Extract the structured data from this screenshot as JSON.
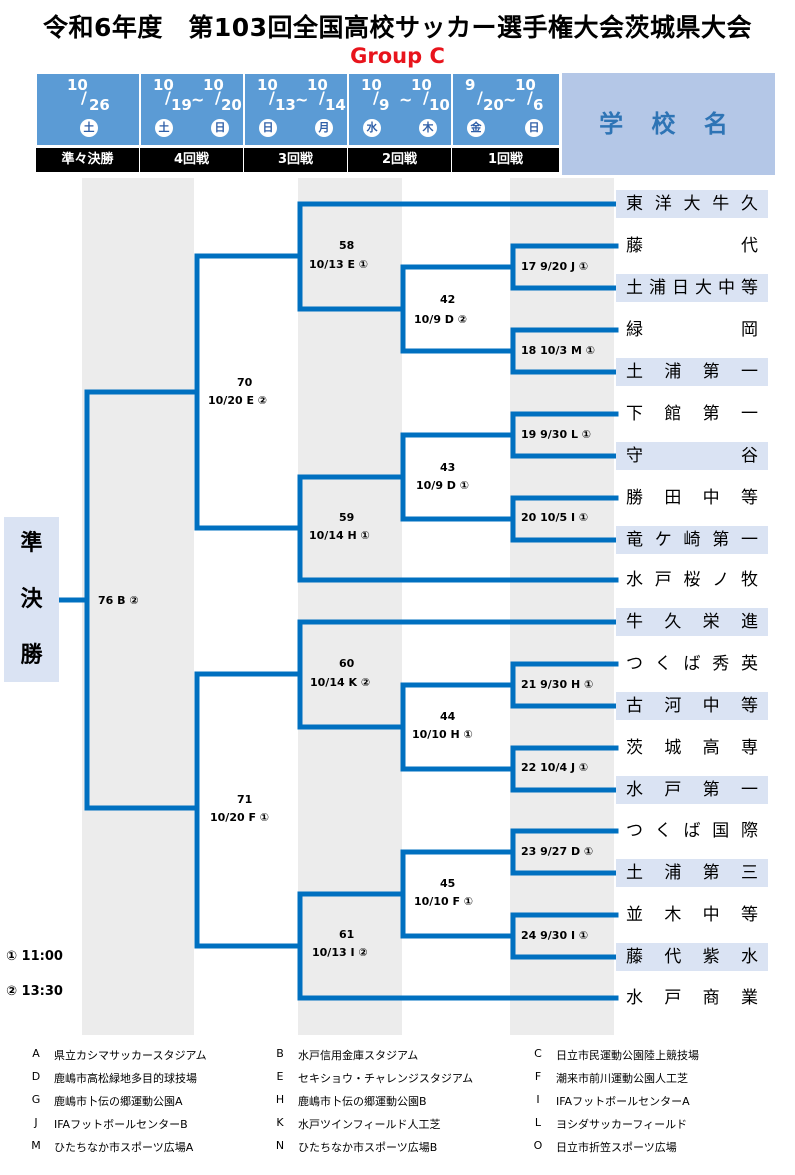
{
  "title": "令和6年度　第103回全国高校サッカー選手権大会茨城県大会",
  "subtitle": "Group C",
  "schedule": [
    {
      "m1": "10",
      "d1": "26",
      "w1": "土",
      "m2": "",
      "d2": "",
      "w2": ""
    },
    {
      "m1": "10",
      "d1": "19",
      "w1": "土",
      "m2": "10",
      "d2": "20",
      "w2": "日"
    },
    {
      "m1": "10",
      "d1": "13",
      "w1": "日",
      "m2": "10",
      "d2": "14",
      "w2": "月"
    },
    {
      "m1": "10",
      "d1": "9",
      "w1": "水",
      "m2": "10",
      "d2": "10",
      "w2": "木"
    },
    {
      "m1": "9",
      "d1": "20",
      "w1": "金",
      "m2": "10",
      "d2": "6",
      "w2": "日"
    }
  ],
  "rounds": [
    "準々決勝",
    "4回戦",
    "3回戦",
    "2回戦",
    "1回戦"
  ],
  "school_header": "学 校 名",
  "teams": [
    "東洋大牛久",
    "藤代",
    "土浦日大中等",
    "緑岡",
    "土浦第一",
    "下館第一",
    "守谷",
    "勝田中等",
    "竜ケ崎第一",
    "水戸桜ノ牧",
    "牛久栄進",
    "つくば秀英",
    "古河中等",
    "茨城高専",
    "水戸第一",
    "つくば国際",
    "土浦第三",
    "並木中等",
    "藤代紫水",
    "水戸商業"
  ],
  "matches_r1": [
    "17 9/20 J ①",
    "18 10/3 M ①",
    "19 9/30 L ①",
    "20 10/5 I ①",
    "21 9/30 H ①",
    "22 10/4 J ①",
    "23 9/27 D ①",
    "24 9/30 I ①"
  ],
  "matches_r2": [
    {
      "no": "42",
      "info": "10/9 D ②"
    },
    {
      "no": "43",
      "info": "10/9 D ①"
    },
    {
      "no": "44",
      "info": "10/10 H ①"
    },
    {
      "no": "45",
      "info": "10/10 F ①"
    }
  ],
  "matches_r3": [
    {
      "no": "58",
      "info": "10/13 E ①"
    },
    {
      "no": "59",
      "info": "10/14 H ①"
    },
    {
      "no": "60",
      "info": "10/14 K ②"
    },
    {
      "no": "61",
      "info": "10/13 I ②"
    }
  ],
  "matches_r4": [
    {
      "no": "70",
      "info": "10/20 E ②"
    },
    {
      "no": "71",
      "info": "10/20 F ①"
    }
  ],
  "match_qf": "76 B ②",
  "semi": [
    "準",
    "決",
    "勝"
  ],
  "times": [
    "① 11:00",
    "② 13:30"
  ],
  "venues": [
    {
      "code": "A",
      "name": "県立カシマサッカースタジアム"
    },
    {
      "code": "B",
      "name": "水戸信用金庫スタジアム"
    },
    {
      "code": "C",
      "name": "日立市民運動公園陸上競技場"
    },
    {
      "code": "D",
      "name": "鹿嶋市高松緑地多目的球技場"
    },
    {
      "code": "E",
      "name": "セキショウ・チャレンジスタジアム"
    },
    {
      "code": "F",
      "name": "潮来市前川運動公園人工芝"
    },
    {
      "code": "G",
      "name": "鹿嶋市卜伝の郷運動公園A"
    },
    {
      "code": "H",
      "name": "鹿嶋市卜伝の郷運動公園B"
    },
    {
      "code": "I",
      "name": "IFAフットボールセンターA"
    },
    {
      "code": "J",
      "name": "IFAフットボールセンターB"
    },
    {
      "code": "K",
      "name": "水戸ツインフィールド人工芝"
    },
    {
      "code": "L",
      "name": "ヨシダサッカーフィールド"
    },
    {
      "code": "M",
      "name": "ひたちなか市スポーツ広場A"
    },
    {
      "code": "N",
      "name": "ひたちなか市スポーツ広場B"
    },
    {
      "code": "O",
      "name": "日立市折笠スポーツ広場"
    }
  ],
  "colors": {
    "bracket": "#0070c0",
    "header": "#5b9bd5",
    "highlight": "#dae3f3",
    "subtitle": "#e8141c"
  }
}
